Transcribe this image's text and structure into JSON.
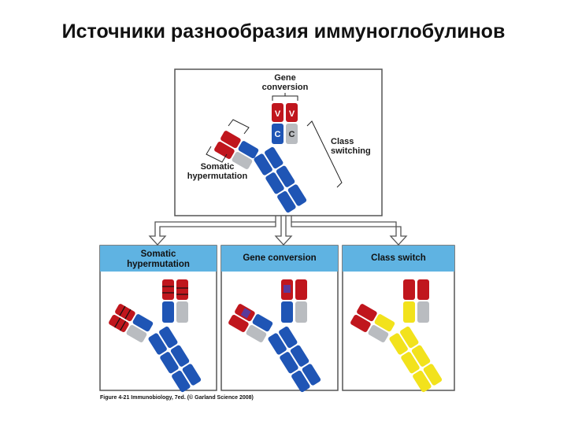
{
  "title": "Источники разнообразия иммуноглобулинов",
  "top_panel": {
    "gene_conversion_label": [
      "Gene",
      "conversion"
    ],
    "class_switching_label": [
      "Class",
      "switching"
    ],
    "somatic_hypermutation_label": [
      "Somatic",
      "hypermutation"
    ],
    "segment_labels": {
      "v": "V",
      "c": "C"
    }
  },
  "panels": [
    {
      "title_lines": [
        "Somatic",
        "hypermutation"
      ]
    },
    {
      "title_lines": [
        "Gene conversion"
      ]
    },
    {
      "title_lines": [
        "Class switch"
      ]
    }
  ],
  "caption": "Figure 4-21 Immunobiology, 7ed. (© Garland Science 2008)",
  "colors": {
    "variable": "#c0161d",
    "constant_heavy": "#1f55b5",
    "constant_light": "#b9bcc0",
    "switched": "#f2e21c",
    "panel_header": "#5fb3e2"
  }
}
